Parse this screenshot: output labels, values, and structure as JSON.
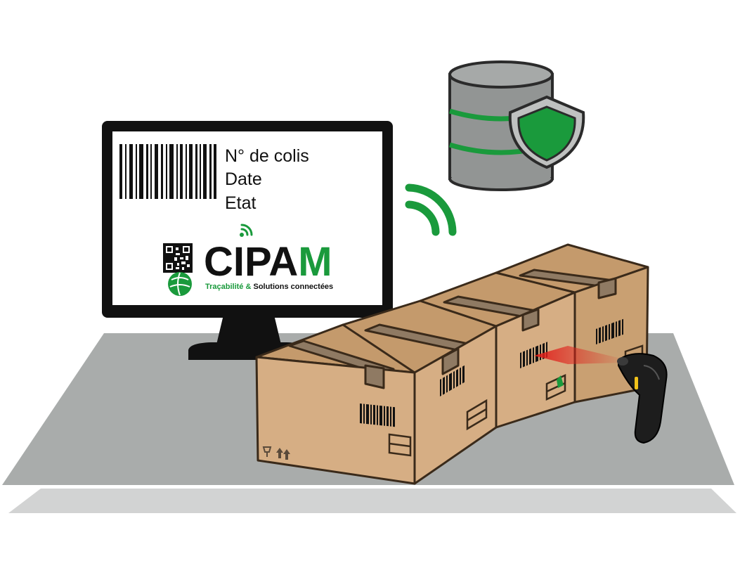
{
  "screen": {
    "lines": [
      "N° de colis",
      "Date",
      "Etat"
    ]
  },
  "logo": {
    "wordmark_prefix": "CIPA",
    "wordmark_accent": "M",
    "tagline_accent": "Traçabilité &",
    "tagline_rest": " Solutions connectées"
  },
  "colors": {
    "accent_green": "#1a9a3c",
    "floor": "#a9acab",
    "floor_shadow": "#d2d3d3",
    "box": "#d6ae84",
    "box_top": "#c49a6c",
    "tape": "#8f7a63",
    "scan_beam": "#e0201b"
  },
  "icons": [
    "barcode-icon",
    "qr-code-icon",
    "wifi-signal-icon",
    "database-icon",
    "shield-icon",
    "barcode-scanner-icon",
    "fragile-icon",
    "this-way-up-icon"
  ]
}
